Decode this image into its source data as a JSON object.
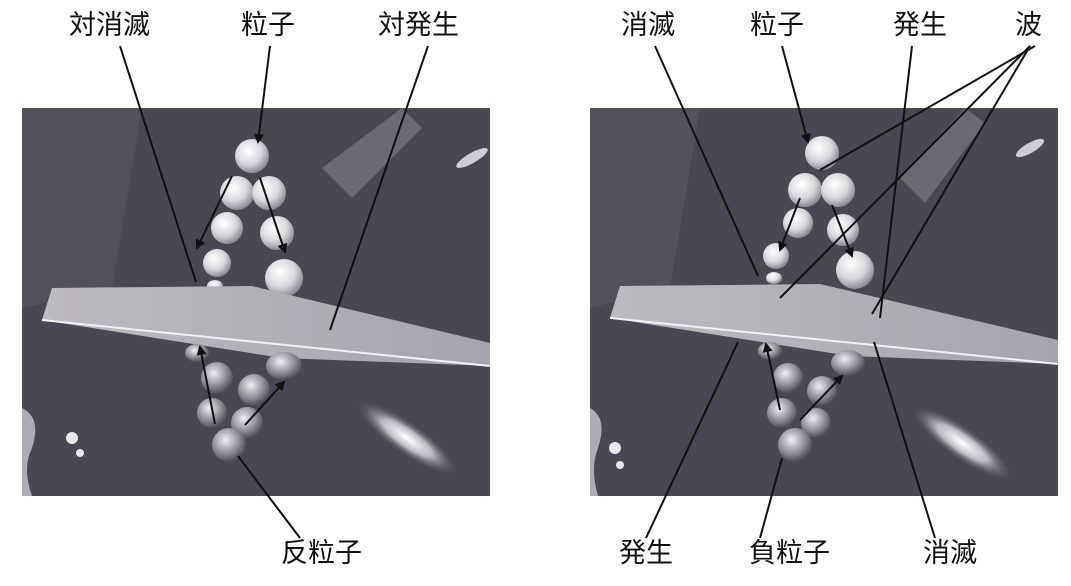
{
  "labels": {
    "left_annihilation": "対消滅",
    "left_particle": "粒子",
    "left_pair_creation": "対発生",
    "left_antiparticle": "反粒子",
    "right_annihilation": "消滅",
    "right_particle": "粒子",
    "right_creation": "発生",
    "right_wave": "波",
    "right_bottom_creation": "発生",
    "right_negative_particle": "負粒子",
    "right_bottom_annihilation": "消滅"
  },
  "colors": {
    "panel_bg": "#4a4652",
    "surface": "#c9c6ca",
    "bubble": "#e6e4e8",
    "arrow": "#111111"
  }
}
